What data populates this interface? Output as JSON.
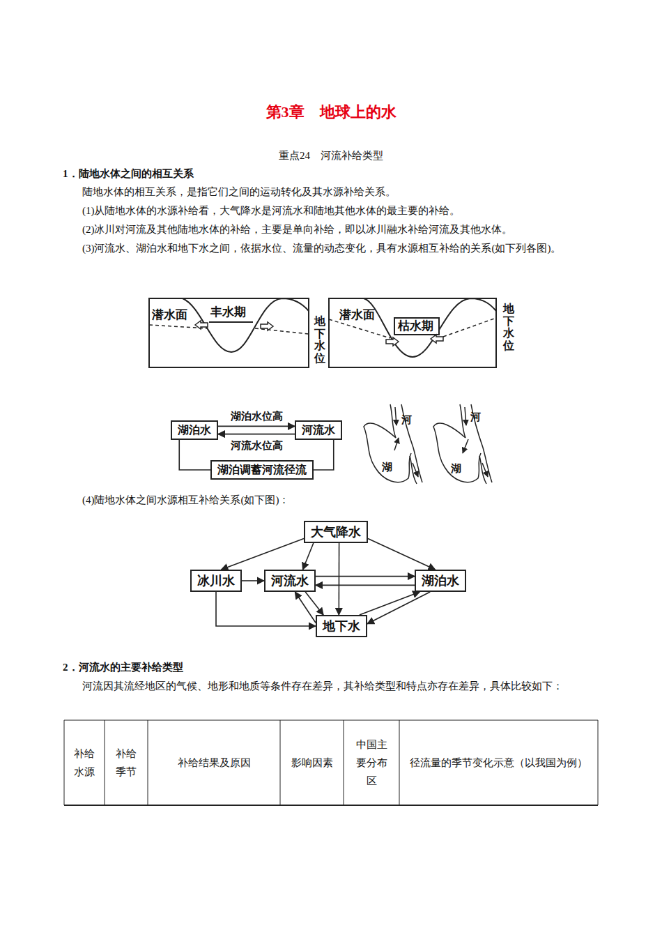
{
  "diagram": {
    "title": "第3章　地球上的水",
    "nodes": [
      {
        "text": [
          "湖泊水"
        ]
      },
      {
        "text": [
          "河流水"
        ]
      },
      {
        "text": [
          "湖泊调蓄河流径流"
        ]
      },
      {
        "text": [
          "大气降水"
        ]
      },
      {
        "text": [
          "冰川水"
        ]
      },
      {
        "text": [
          "河流水"
        ]
      },
      {
        "text": [
          "湖泊水"
        ]
      },
      {
        "text": [
          "地下水"
        ]
      }
    ],
    "edges": [
      {
        "from": 0,
        "to": 1,
        "arrow": "to",
        "label": "湖泊水位高"
      },
      {
        "from": 1,
        "to": 0,
        "arrow": "to",
        "label": "河流水位高"
      },
      {
        "from": 0,
        "to": 2,
        "arrow": "none"
      },
      {
        "from": 1,
        "to": 2,
        "arrow": "none"
      },
      {
        "from": 3,
        "to": 4,
        "arrow": "to"
      },
      {
        "from": 3,
        "to": 5,
        "arrow": "to"
      },
      {
        "from": 3,
        "to": 6,
        "arrow": "to"
      },
      {
        "from": 3,
        "to": 7,
        "arrow": "to"
      },
      {
        "from": 4,
        "to": 5,
        "arrow": "to"
      },
      {
        "from": 4,
        "to": 7,
        "arrow": "to"
      },
      {
        "from": 5,
        "to": 6,
        "arrow": "to"
      },
      {
        "from": 6,
        "to": 5,
        "arrow": "to"
      },
      {
        "from": 5,
        "to": 7,
        "arrow": "to"
      },
      {
        "from": 7,
        "to": 5,
        "arrow": "to"
      },
      {
        "from": 6,
        "to": 7,
        "arrow": "to"
      },
      {
        "from": 7,
        "to": 6,
        "arrow": "to"
      }
    ],
    "labels": [
      "重点24　河流补给类型",
      "1．陆地水体之间的相互关系",
      "陆地水体的相互关系，是指它们之间的运动转化及其水源补给关系。",
      "(1)从陆地水体的水源补给看，大气降水是河流水和陆地其他水体的最主要的补给。",
      "(2)冰川对河流及其他陆地水体的补给，主要是单向补给，即以冰川融水补给河流及其他水体。",
      "(3)河流水、湖泊水和地下水之间，依据水位、流量的动态变化，具有水源相互补给的关系(如下列各图)。",
      "潜水面",
      "丰水期",
      "地下水位",
      "潜水面",
      "枯水期",
      "地下水位",
      "河",
      "湖",
      "河",
      "湖",
      "(4)陆地水体之间水源相互补给关系(如下图)：",
      "2．河流水的主要补给类型",
      "河流因其流经地区的气候、地形和地质等条件存在差异，其补给类型和特点亦存在差异，具体比较如下：",
      "补给水源",
      "补给季节",
      "补给结果及原因",
      "影响因素",
      "中国主要分布区",
      "径流量的季节变化示意（以我国为例）"
    ]
  }
}
